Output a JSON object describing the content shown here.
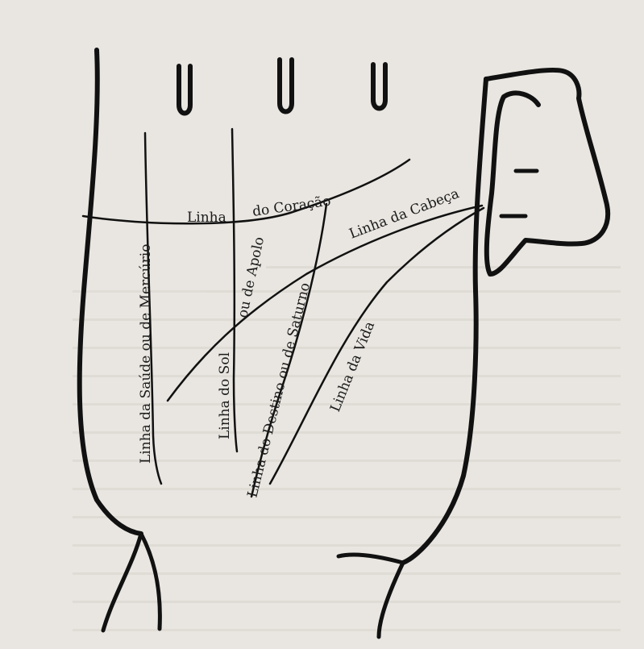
{
  "labels": {
    "heart_line_a": "Linha",
    "heart_line_b": "do Coração",
    "head_line": "Linha da Cabeça",
    "health_line": "Linha da Saúde ou de Mercúrio",
    "sun_line_a": "Linha do Sol",
    "sun_line_b": "ou de Apolo",
    "fate_line": "Linha do Destino ou de Saturno",
    "life_line": "Linha da Vida"
  },
  "colors": {
    "paper": "#e9e6e1",
    "ink": "#111111"
  }
}
